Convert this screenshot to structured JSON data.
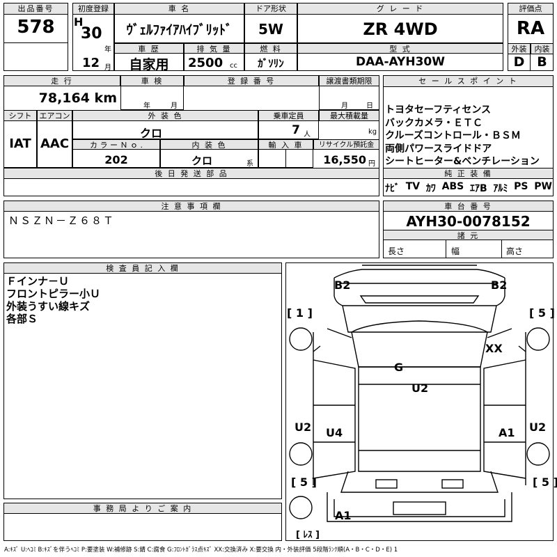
{
  "header": {
    "lot_label": "出品番号",
    "lot_value": "578",
    "first_reg_label": "初度登録",
    "era_mark": "H",
    "year_value": "30",
    "year_unit": "年",
    "month_value": "12",
    "month_unit": "月",
    "car_name_label": "車 名",
    "car_name_value": "ｳﾞｪﾙﾌｧｲｱﾊｲﾌﾞﾘｯﾄﾞ",
    "door_label": "ドア形状",
    "door_value": "5W",
    "grade_label": "グ レ ー ド",
    "grade_value": "ZR 4WD",
    "score_label": "評価点",
    "score_value": "RA",
    "history_label": "車 歴",
    "history_value": "自家用",
    "displacement_label": "排 気 量",
    "displacement_value": "2500",
    "displacement_unit": "cc",
    "fuel_label": "燃 料",
    "fuel_value": "ｶﾞｿﾘﾝ",
    "model_label": "型 式",
    "model_value": "DAA-AYH30W",
    "exterior_label": "外装",
    "exterior_value": "D",
    "interior_label": "内装",
    "interior_value": "B"
  },
  "row2": {
    "mileage_label": "走 行",
    "mileage_value": "78,164 km",
    "inspection_label": "車 検",
    "inspection_year_unit": "年",
    "inspection_month_unit": "月",
    "registration_label": "登 録 番 号",
    "transfer_label": "譲渡書類期限",
    "transfer_month_unit": "月",
    "transfer_day_unit": "日",
    "shift_label": "シフト",
    "shift_value": "IAT",
    "ac_label": "エアコン",
    "ac_value": "AAC",
    "ext_color_label": "外 装 色",
    "ext_color_value": "クロ",
    "capacity_label": "乗車定員",
    "capacity_value": "7",
    "capacity_unit": "人",
    "load_label": "最大積載量",
    "load_unit": "kg",
    "color_no_label": "カ ラ ー Ｎ ｏ .",
    "color_no_value": "202",
    "int_color_label": "内 装 色",
    "int_color_value": "クロ",
    "int_color_unit": "系",
    "import_label": "輸 入 車",
    "recycle_label": "リサイクル預託金",
    "recycle_value": "16,550",
    "recycle_unit": "円",
    "later_parts_label": "後 日 発 送 部 品"
  },
  "sales": {
    "label": "セ ー ル ス ポ イ ン ト",
    "points": [
      "トヨタセーフティセンス",
      "バックカメラ・ＥＴＣ",
      "クルーズコントロール・ＢＳＭ",
      "両側パワースライドドア",
      "シートヒーター&ベンチレーション"
    ]
  },
  "equipment": {
    "label": "純 正 装 備",
    "items": [
      "ﾅﾋﾞ",
      "TV",
      "ｶﾜ",
      "ABS",
      "ｴｱB",
      "ｱﾙﾐ",
      "PS",
      "PW"
    ]
  },
  "notes": {
    "label": "注 意 事 項 欄",
    "value": "ＮＳＺＮ－Ｚ６８Ｔ"
  },
  "chassis": {
    "label": "車 台 番 号",
    "value": "AYH30-0078152",
    "spec_label": "諸 元",
    "length_label": "長さ",
    "width_label": "幅",
    "height_label": "高さ"
  },
  "inspector": {
    "label": "検 査 員 記 入 欄",
    "lines": [
      "Ｆインナ－Ｕ",
      "フロントピラー小Ｕ",
      "外装うすい線キズ",
      "各部Ｓ"
    ]
  },
  "diagram": {
    "marks": [
      "B2",
      "B2",
      "[ 1 ]",
      "[ 5 ]",
      "XX",
      "G",
      "U2",
      "U2",
      "U4",
      "A1",
      "U2",
      "[ 5 ]",
      "[ 5 ]",
      "A1",
      "[ ﾚｽ ]"
    ]
  },
  "office": {
    "label": "事 務 局 よ り ご 案 内"
  },
  "legend": "A:ｷｽﾞ U:ﾍｺﾐ B:ｷｽﾞを伴うﾍｺﾐ P:要塗装 W:補修跡 S:錆 C:腐食 G:ﾌﾛﾝﾄｶﾞﾗｽ点ｷｽﾞ XX:交換済み X:要交換 内・外装評価 5段階ﾗﾝｸ順(A・B・C・D・E) 1"
}
